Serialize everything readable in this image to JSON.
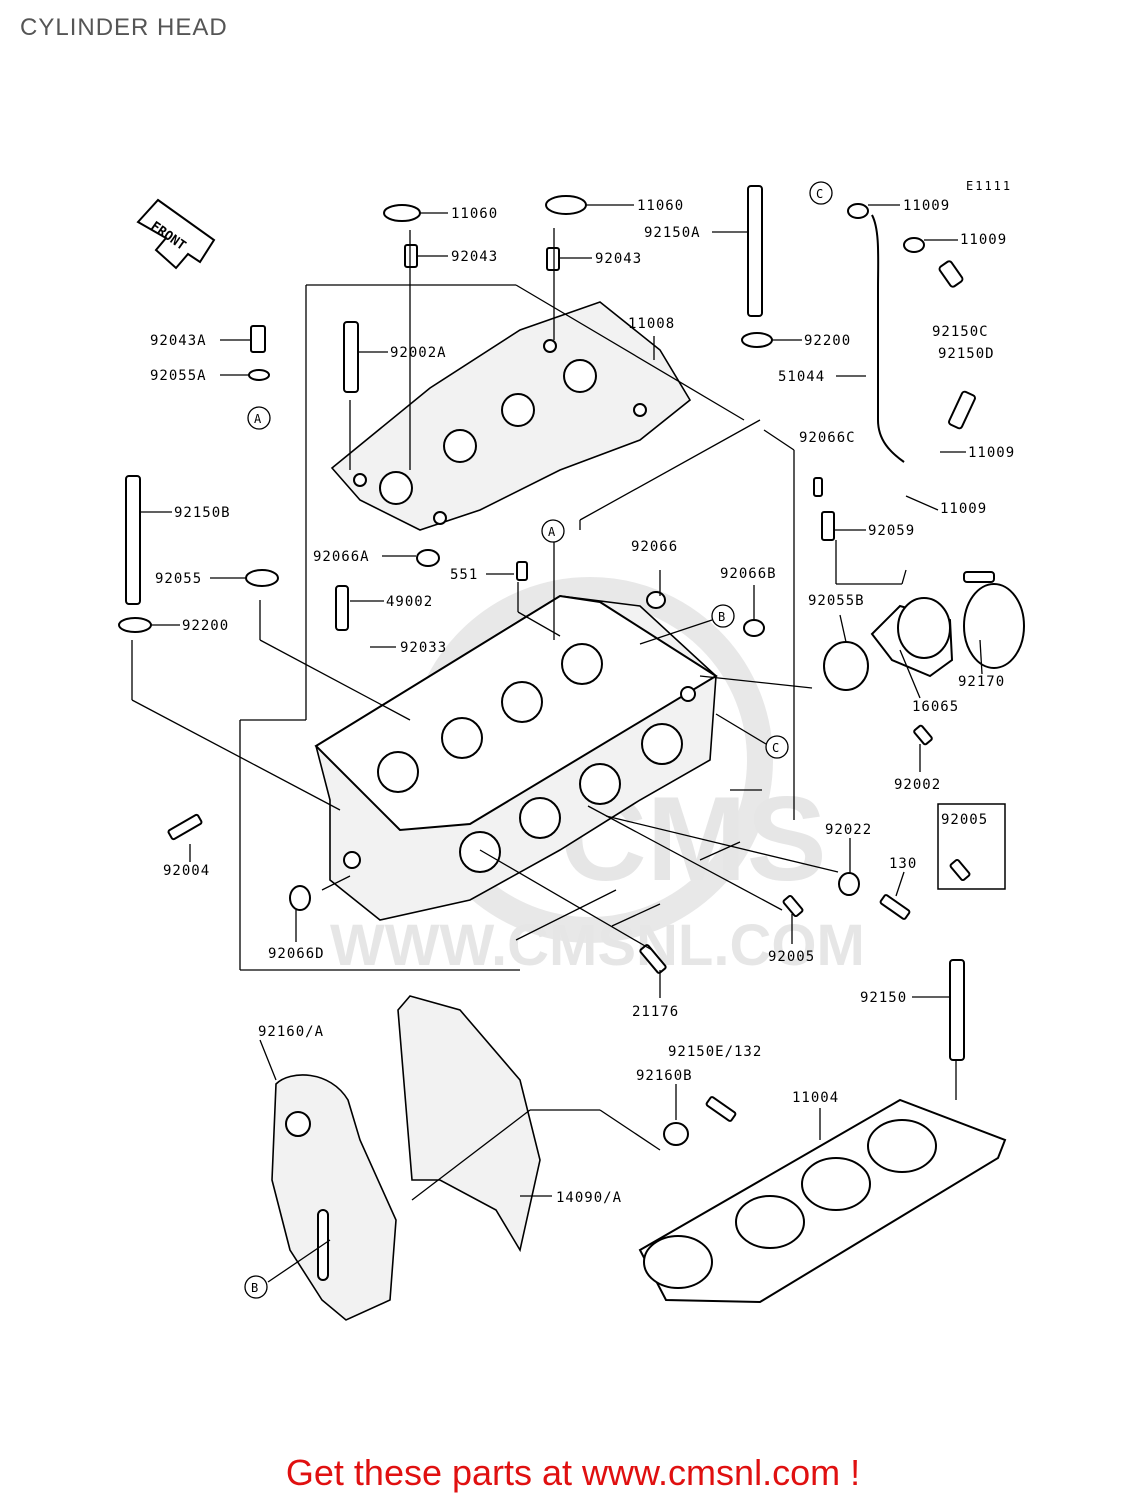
{
  "title": "CYLINDER HEAD",
  "diagram_code": "E1111",
  "front_label": "FRONT",
  "watermark": {
    "brand": "CMS",
    "url": "WWW.CMSNL.COM"
  },
  "ref_markers": {
    "a": "A",
    "b": "B",
    "c": "C"
  },
  "part_labels": {
    "p11060a": "11060",
    "p11060b": "11060",
    "p92043a": "92043",
    "p92043b": "92043",
    "p92150A": "92150A",
    "p11009a": "11009",
    "p11009b": "11009",
    "p11009c": "11009",
    "p11009d": "11009",
    "p92043A": "92043A",
    "p92055A": "92055A",
    "p92002A": "92002A",
    "p11008": "11008",
    "p92200a": "92200",
    "p92200b": "92200",
    "p92150C": "92150C",
    "p92150D": "92150D",
    "p51044": "51044",
    "p92066C": "92066C",
    "p92150B": "92150B",
    "p92059": "92059",
    "p92066": "92066",
    "p92066A": "92066A",
    "p551": "551",
    "p92066B": "92066B",
    "p92055": "92055",
    "p49002": "49002",
    "p92055B": "92055B",
    "p92033": "92033",
    "p92170": "92170",
    "p16065": "16065",
    "p92002": "92002",
    "p92005a": "92005",
    "p92005b": "92005",
    "p92022": "92022",
    "p92004": "92004",
    "p130": "130",
    "p92066D": "92066D",
    "p21176": "21176",
    "p92150": "92150",
    "p92160A": "92160/A",
    "p92150E": "92150E/132",
    "p92160B": "92160B",
    "p11004": "11004",
    "p14090A": "14090/A"
  },
  "footer": "Get these parts at www.cmsnl.com !"
}
